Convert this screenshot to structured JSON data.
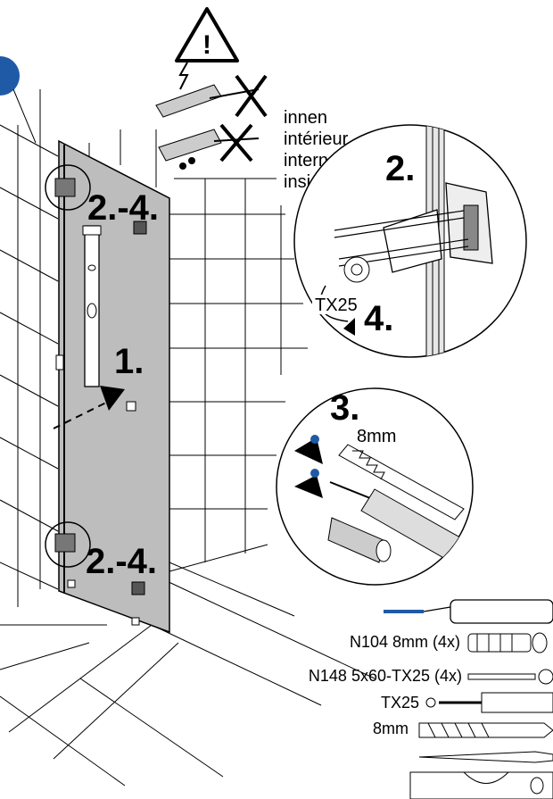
{
  "warning": {
    "symbol": "!",
    "location_labels": [
      "innen",
      "intérieur",
      "interno",
      "inside"
    ]
  },
  "steps": {
    "s1": "1.",
    "s2": "2.",
    "s24_top": "2.-4.",
    "s24_bottom": "2.-4.",
    "s3": "3.",
    "s4": "4."
  },
  "detail": {
    "tool_label": "TX25",
    "drill_label": "8mm"
  },
  "parts": [
    {
      "label": "N104 8mm (4x)"
    },
    {
      "label": "N148 5x60-TX25 (4x)"
    },
    {
      "label": "TX25"
    },
    {
      "label": "8mm"
    }
  ],
  "colors": {
    "accent": "#1f5aa6",
    "glass": "#bdbdbd",
    "ink": "#000000"
  }
}
